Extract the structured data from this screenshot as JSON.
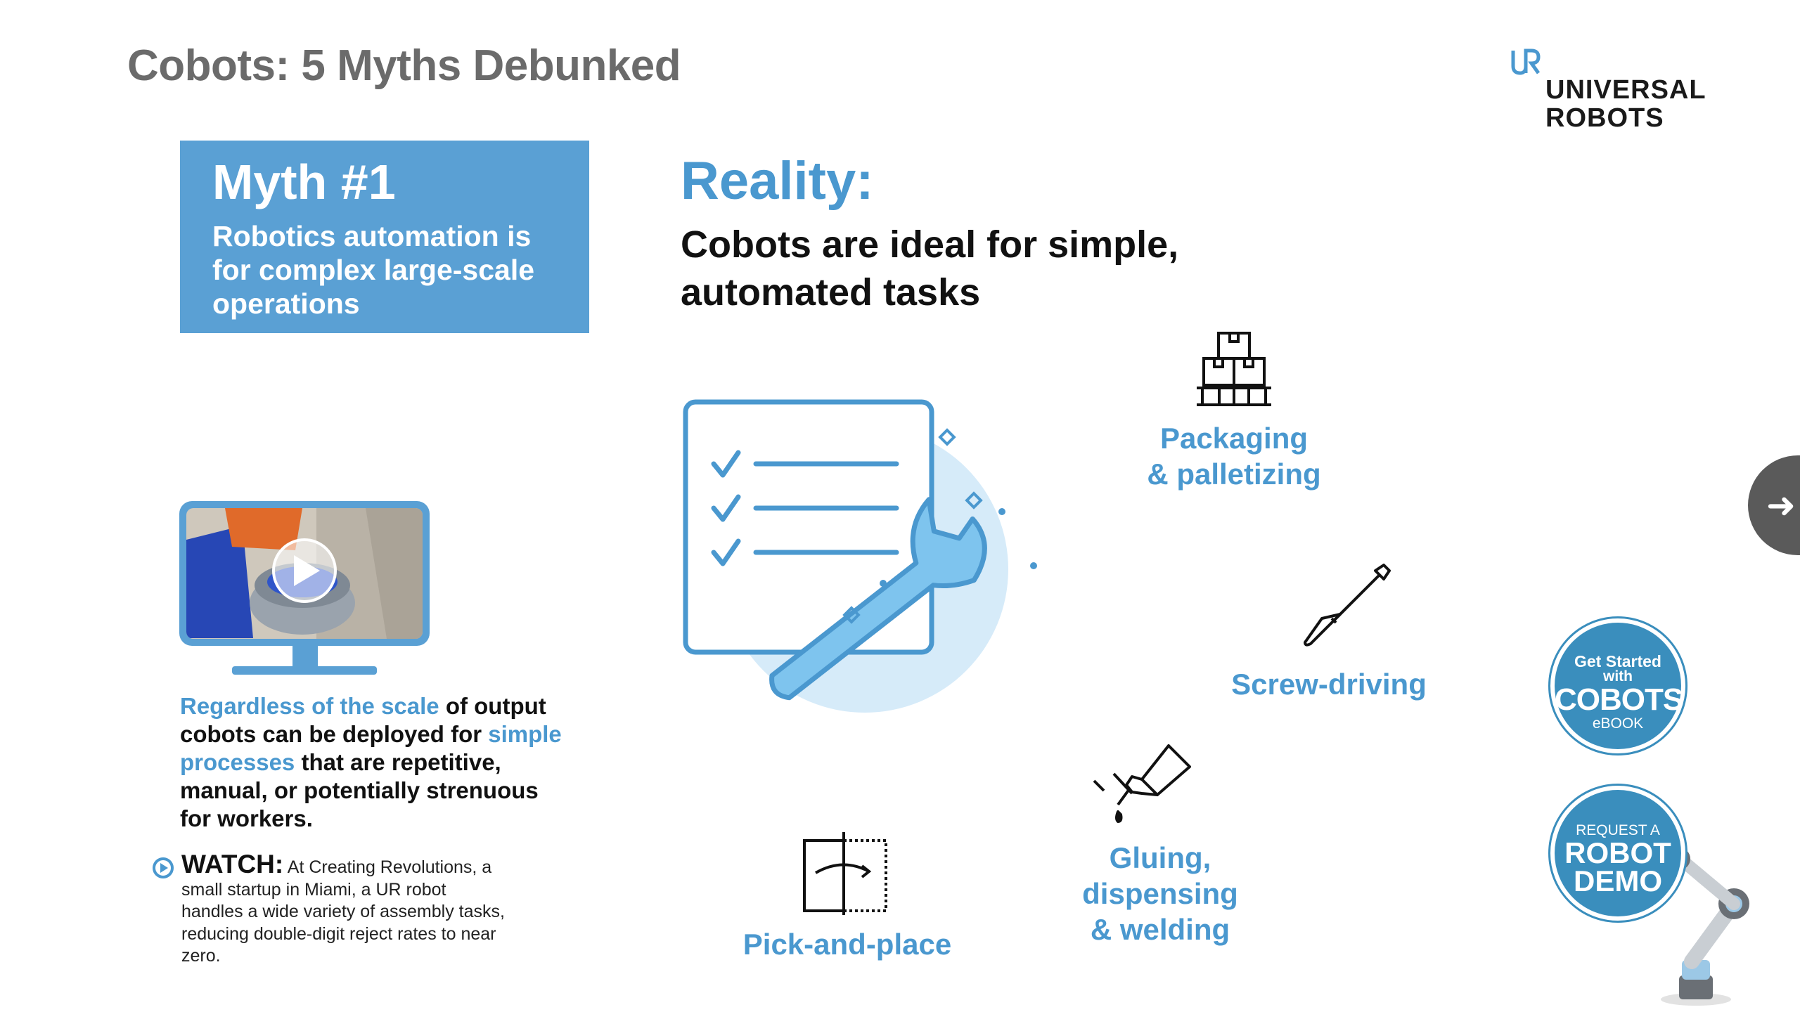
{
  "header": {
    "title": "Cobots: 5 Myths Debunked"
  },
  "logo": {
    "line1": "UNIVERSAL",
    "line2": "ROBOTS",
    "mark": "UR"
  },
  "myth": {
    "title": "Myth #1",
    "text": "Robotics automation is for complex large-scale operations"
  },
  "reality": {
    "label": "Reality:",
    "line1": "Cobots are ideal for simple,",
    "line2": "automated tasks"
  },
  "body": {
    "hl1": "Regardless of the scale",
    "t1": " of output cobots can be deployed for ",
    "hl2": "simple processes",
    "t2": " that are repetitive, manual, or potentially strenuous for workers."
  },
  "watch": {
    "label": "WATCH:",
    "text": " At Creating Revolutions, a small startup in Miami, a UR robot handles a wide variety of assembly tasks, reducing double-digit reject rates to near zero."
  },
  "tasks": {
    "packaging": {
      "line1": "Packaging",
      "line2": "& palletizing"
    },
    "screw": {
      "line1": "Screw-driving"
    },
    "gluing": {
      "line1": "Gluing,",
      "line2": "dispensing",
      "line3": "& welding"
    },
    "pick": {
      "line1": "Pick-and-place"
    }
  },
  "ebook_button": {
    "line1": "Get Started",
    "line2": "with",
    "line3": "COBOTS",
    "line4": "eBOOK"
  },
  "demo_button": {
    "line1": "REQUEST A",
    "line2": "ROBOT",
    "line3": "DEMO"
  },
  "nav": {
    "next_arrow": "➜"
  },
  "colors": {
    "accent": "#4a98cf",
    "accent_dark": "#3a8ebd",
    "myth_box": "#5aa0d4",
    "light_circle": "#d6ebf9",
    "wrench": "#7ec4ee"
  },
  "icons": [
    "boxes-on-pallet-icon",
    "screwdriver-icon",
    "glue-bottle-icon",
    "pick-and-place-icon",
    "checklist-wrench-icon",
    "play-icon",
    "next-arrow-icon"
  ]
}
